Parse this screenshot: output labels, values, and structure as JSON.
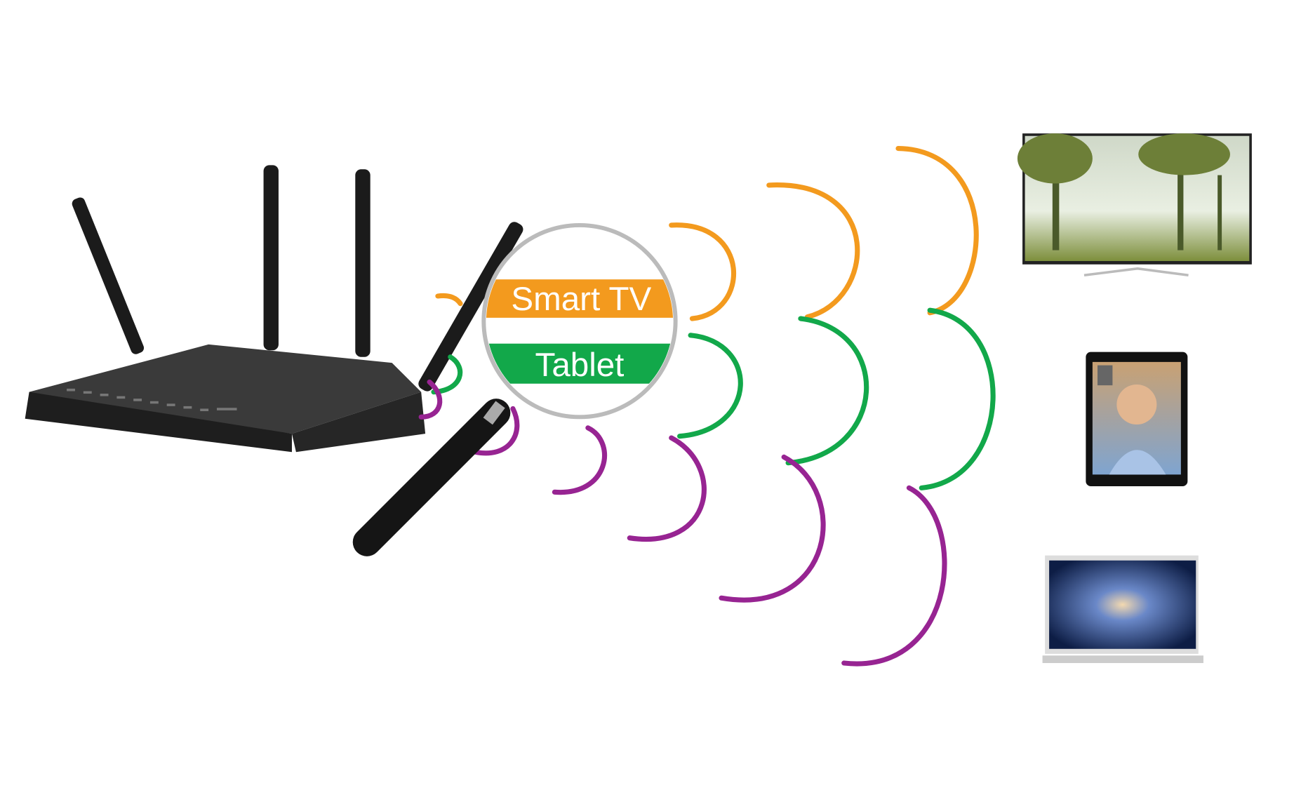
{
  "magnifier": {
    "labels": [
      {
        "text": "Smart TV",
        "color": "#f39a1e"
      },
      {
        "text": "Tablet",
        "color": "#12a84a"
      }
    ]
  },
  "colors": {
    "orange": "#f39a1e",
    "green": "#12a84a",
    "purple": "#972492"
  },
  "devices": [
    "smart-tv",
    "tablet",
    "laptop"
  ]
}
